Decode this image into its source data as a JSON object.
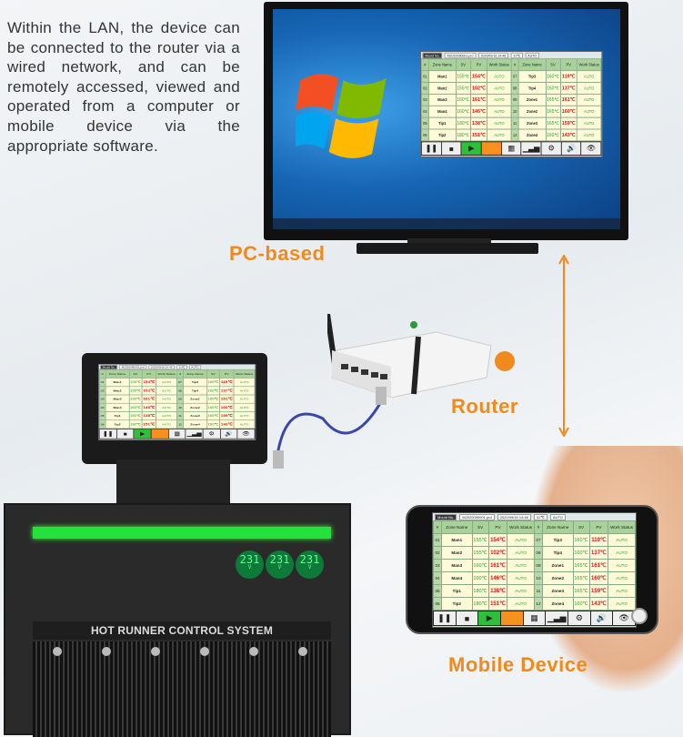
{
  "intro_text": "Within the LAN, the device can be connected to the router via a wired network, and can be remotely accessed, viewed and operated from a computer or mobile device via the appropriate software.",
  "labels": {
    "pc": "PC-based",
    "router": "Router",
    "mobile": "Mobile Device"
  },
  "cabinet": {
    "title": "HOT RUNNER CONTROL SYSTEM",
    "voltmeters": [
      "231",
      "231",
      "231"
    ],
    "voltmeter_unit": "V"
  },
  "colors": {
    "accent": "#f08a1c",
    "pv": "#dd1111",
    "sv": "#2d9c2d",
    "header": "#a9d29a"
  },
  "app": {
    "header": {
      "mould_label": "Mould No.",
      "mould_value": "M2020090001.prd",
      "datetime": "2020/09/16 14:46",
      "temp": "31℃",
      "mode": "AUTO"
    },
    "columns": [
      "#",
      "Zone Name",
      "SV",
      "PV",
      "Work Status"
    ],
    "rows": [
      {
        "no": "01",
        "zone": "Man1",
        "sv": "155℃",
        "pv": "154℃",
        "status": "AUTO"
      },
      {
        "no": "02",
        "zone": "Man2",
        "sv": "155℃",
        "pv": "102℃",
        "status": "AUTO"
      },
      {
        "no": "03",
        "zone": "Man3",
        "sv": "160℃",
        "pv": "161℃",
        "status": "AUTO"
      },
      {
        "no": "04",
        "zone": "Man4",
        "sv": "160℃",
        "pv": "146℃",
        "status": "AUTO"
      },
      {
        "no": "05",
        "zone": "Tip1",
        "sv": "180℃",
        "pv": "138℃",
        "status": "AUTO"
      },
      {
        "no": "06",
        "zone": "Tip2",
        "sv": "180℃",
        "pv": "151℃",
        "status": "AUTO"
      },
      {
        "no": "07",
        "zone": "Tip3",
        "sv": "160℃",
        "pv": "119℃",
        "status": "AUTO"
      },
      {
        "no": "08",
        "zone": "Tip4",
        "sv": "160℃",
        "pv": "137℃",
        "status": "AUTO"
      },
      {
        "no": "09",
        "zone": "Zone1",
        "sv": "165℃",
        "pv": "161℃",
        "status": "AUTO"
      },
      {
        "no": "10",
        "zone": "Zone2",
        "sv": "165℃",
        "pv": "160℃",
        "status": "AUTO"
      },
      {
        "no": "11",
        "zone": "Zone3",
        "sv": "165℃",
        "pv": "159℃",
        "status": "AUTO"
      },
      {
        "no": "12",
        "zone": "Zone4",
        "sv": "160℃",
        "pv": "143℃",
        "status": "AUTO"
      }
    ],
    "toolbar": [
      {
        "icon": "pause-icon",
        "glyph": "❚❚"
      },
      {
        "icon": "stop-icon",
        "glyph": "■"
      },
      {
        "icon": "play-icon",
        "glyph": "▶"
      },
      {
        "icon": "blank",
        "glyph": ""
      },
      {
        "icon": "monitor-icon",
        "glyph": "▦"
      },
      {
        "icon": "chart-icon",
        "glyph": "▁▃▅"
      },
      {
        "icon": "settings-icon",
        "glyph": "⚙"
      },
      {
        "icon": "alarm-icon",
        "glyph": "🔊"
      },
      {
        "icon": "eye-icon",
        "glyph": "👁"
      }
    ]
  }
}
